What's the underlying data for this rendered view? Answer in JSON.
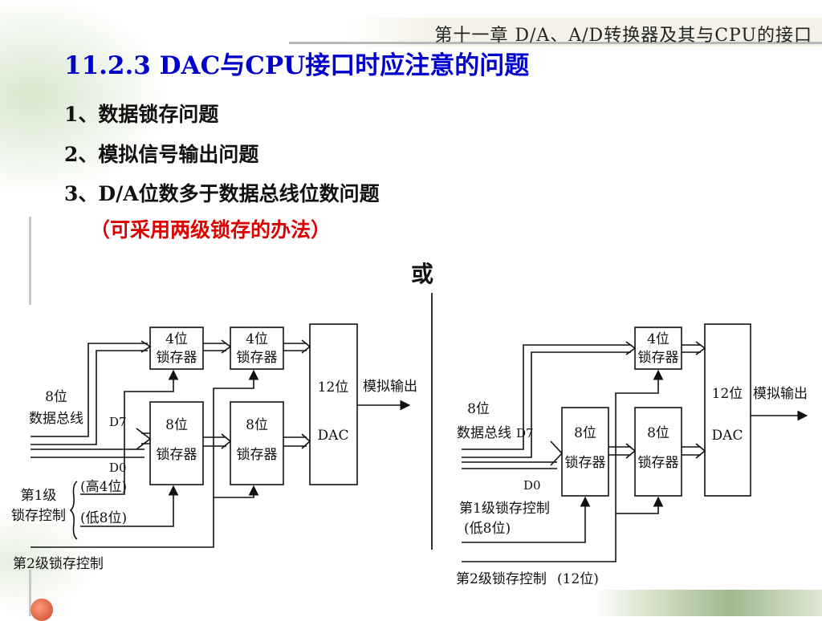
{
  "header": {
    "chapter_title": "第十一章 D/A、A/D转换器及其与CPU的接口"
  },
  "heading": "11.2.3   DAC与CPU接口时应注意的问题",
  "items": [
    "1、数据锁存问题",
    "2、模拟信号输出问题",
    "3、D/A位数多于数据总线位数问题"
  ],
  "note": "（可采用两级锁存的办法）",
  "or_label": "或",
  "left_diagram": {
    "bus_label": [
      "8位",
      "数据总线"
    ],
    "d7": "D7",
    "d0": "D0",
    "latch_4a": [
      "4位",
      "锁存器"
    ],
    "latch_4b": [
      "4位",
      "锁存器"
    ],
    "latch_8a": [
      "8位",
      "锁存器"
    ],
    "latch_8b": [
      "8位",
      "锁存器"
    ],
    "dac": [
      "12位",
      "DAC"
    ],
    "output_label": "模拟输出",
    "ctrl1_label": [
      "第1级",
      "锁存控制"
    ],
    "ctrl1_high": "(高4位)",
    "ctrl1_low": "(低8位)",
    "ctrl2_label": "第2级锁存控制"
  },
  "right_diagram": {
    "bus_label": [
      "8位",
      "数据总线"
    ],
    "d7": "D7",
    "d0": "D0",
    "latch_4": [
      "4位",
      "锁存器"
    ],
    "latch_8a": [
      "8位",
      "锁存器"
    ],
    "latch_8b": [
      "8位",
      "锁存器"
    ],
    "dac": [
      "12位",
      "DAC"
    ],
    "output_label": "模拟输出",
    "ctrl1_label": "第1级锁存控制",
    "ctrl1_sub": "(低8位)",
    "ctrl2_label": "第2级锁存控制",
    "ctrl2_sub": "(12位)"
  }
}
